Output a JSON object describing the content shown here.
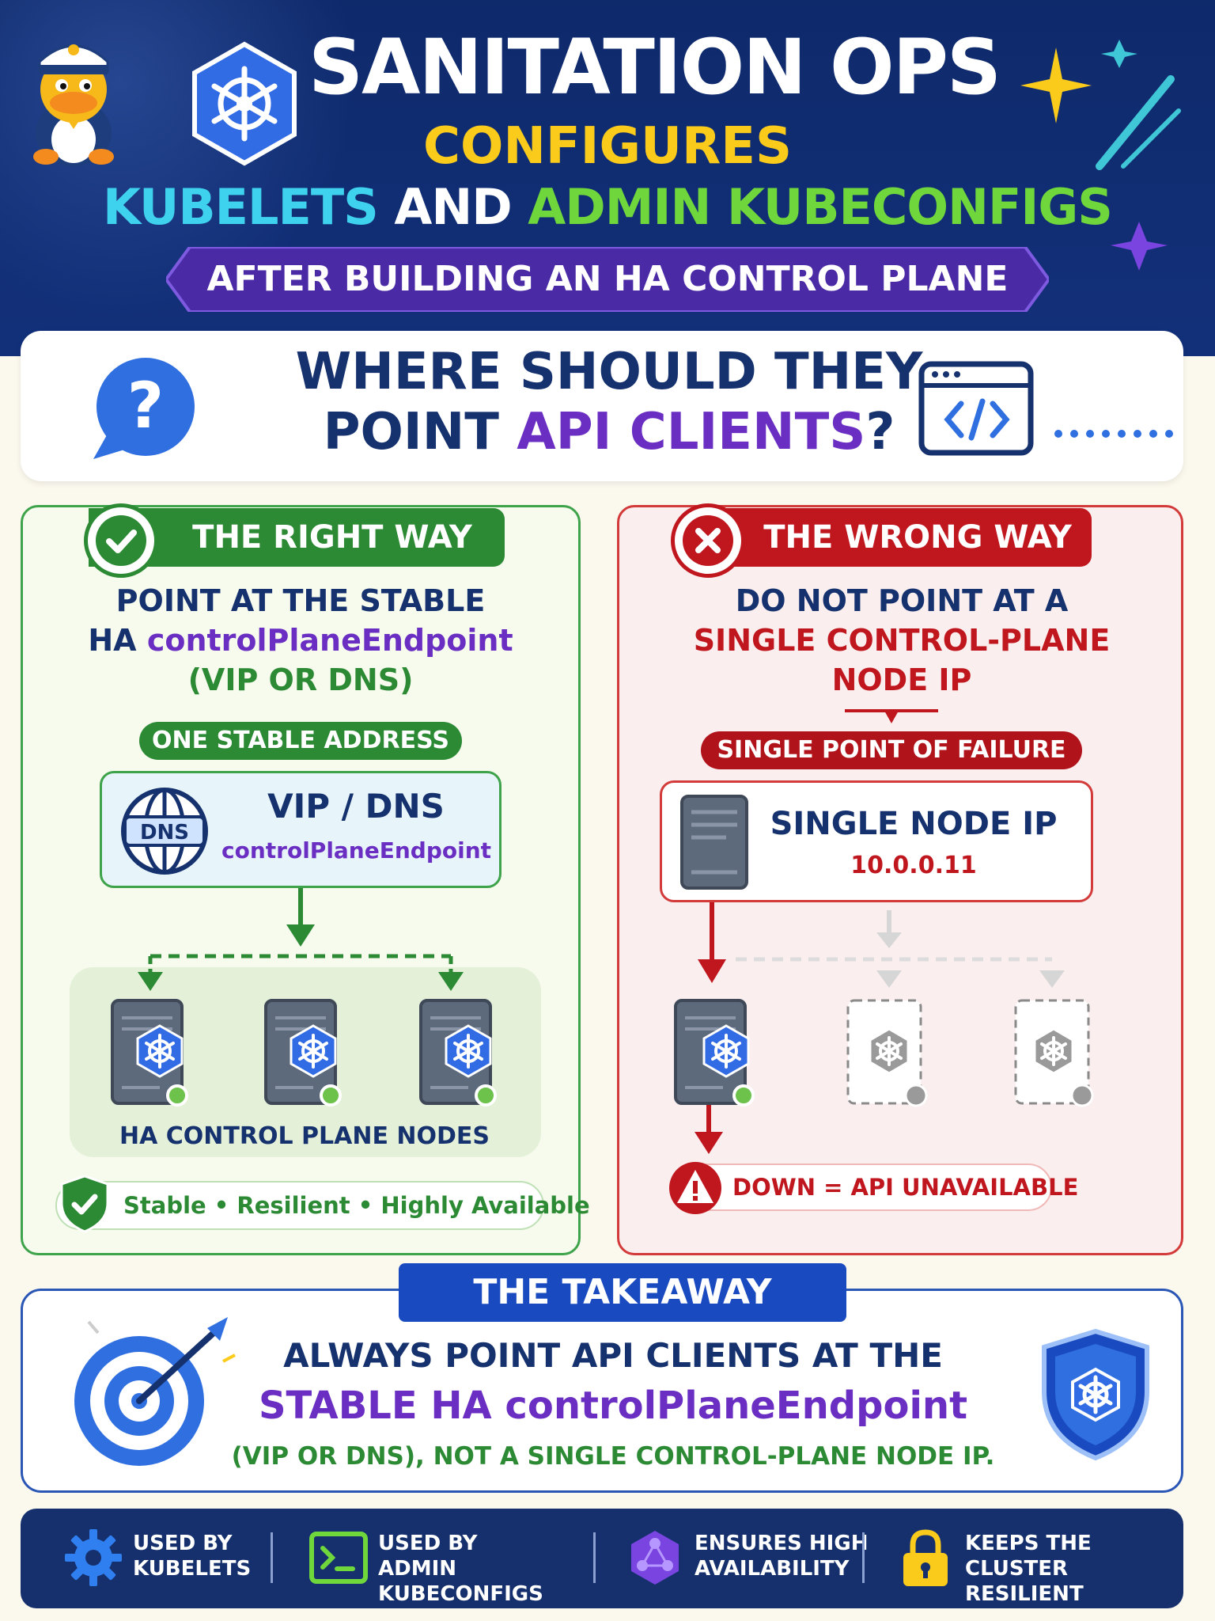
{
  "header": {
    "title_line1": "SANITATION OPS",
    "title_line2": "CONFIGURES",
    "title_line3_a": "KUBELETS",
    "title_line3_b": " AND ",
    "title_line3_c": "ADMIN KUBECONFIGS",
    "ribbon": "AFTER BUILDING AN HA CONTROL PLANE",
    "icons": [
      "duck-sailor-mascot-icon",
      "kubernetes-helm-icon",
      "sparkle-icon"
    ]
  },
  "question": {
    "line1": "WHERE SHOULD THEY",
    "line2_a": "POINT ",
    "line2_b": "API CLIENTS",
    "line2_c": "?",
    "icons": [
      "question-bubble-icon",
      "code-window-icon"
    ]
  },
  "right_way": {
    "tag": "THE RIGHT WAY",
    "line1": "POINT AT THE STABLE",
    "line2_a": "HA ",
    "line2_b": "controlPlaneEndpoint",
    "line3": "(VIP OR DNS)",
    "pill": "ONE STABLE ADDRESS",
    "endpoint_title": "VIP / DNS",
    "endpoint_sub": "controlPlaneEndpoint",
    "globe_label": "DNS",
    "nodes_label": "HA CONTROL PLANE NODES",
    "node_count": 3,
    "benefits": "Stable • Resilient • Highly Available"
  },
  "wrong_way": {
    "tag": "THE WRONG WAY",
    "line1": "DO NOT POINT AT A",
    "line2": "SINGLE CONTROL-PLANE",
    "line3": "NODE IP",
    "pill": "SINGLE POINT OF FAILURE",
    "node_title": "SINGLE NODE IP",
    "node_ip": "10.0.0.11",
    "warning": "DOWN = API UNAVAILABLE"
  },
  "takeaway": {
    "tab": "THE TAKEAWAY",
    "line1": "ALWAYS POINT API CLIENTS AT THE",
    "line2": "STABLE HA controlPlaneEndpoint",
    "line3": "(VIP OR DNS), NOT A SINGLE CONTROL-PLANE NODE IP.",
    "icons": [
      "target-arrow-icon",
      "kubernetes-shield-icon"
    ]
  },
  "footer": {
    "items": [
      {
        "text": "USED BY\nKUBELETS",
        "icon": "gear-icon"
      },
      {
        "text": "USED BY\nADMIN KUBECONFIGS",
        "icon": "terminal-icon"
      },
      {
        "text": "ENSURES HIGH\nAVAILABILITY",
        "icon": "network-hexagon-icon"
      },
      {
        "text": "KEEPS THE CLUSTER\nRESILIENT",
        "icon": "padlock-icon"
      }
    ]
  },
  "colors": {
    "navy": "#15316e",
    "green": "#2b8a33",
    "red": "#c0171f",
    "purple": "#6a2fc2",
    "yellow": "#fbcb1b",
    "blue": "#1a4ac0"
  }
}
